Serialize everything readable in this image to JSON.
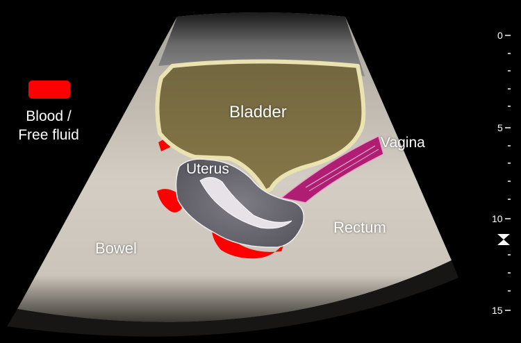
{
  "labels": {
    "bladder": "Bladder",
    "uterus": "Uterus",
    "vagina": "Vagina",
    "rectum": "Rectum",
    "bowel": "Bowel"
  },
  "legend": {
    "line1": "Blood /",
    "line2": "Free fluid",
    "color": "#ff0000"
  },
  "depth_scale": {
    "labels": [
      "0",
      "5",
      "10",
      "15"
    ]
  },
  "colors": {
    "background": "#000000",
    "tissue": "#c9c3b9",
    "bladder_fill": "#7e7040",
    "bladder_outline": "#e8e0b0",
    "uterus_fill": "#6e6c74",
    "vagina_fill": "#b01e74",
    "blood": "#ff0000"
  }
}
